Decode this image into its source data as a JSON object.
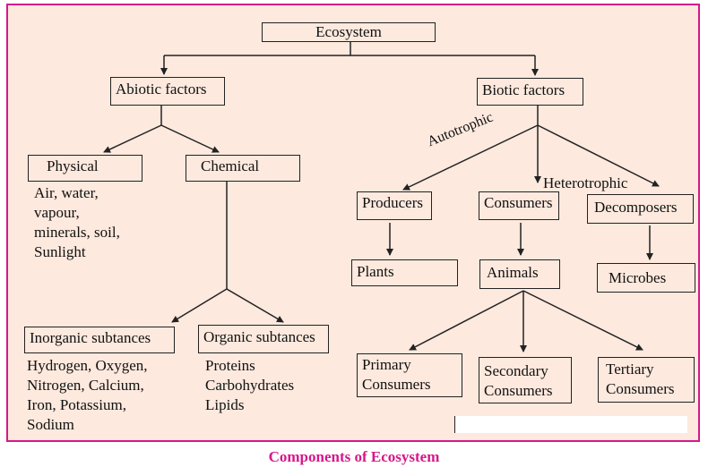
{
  "root": "Ecosystem",
  "abiotic": {
    "title": "Abiotic factors",
    "physical": {
      "title": "Physical",
      "examples": [
        "Air, water,",
        "vapour,",
        "minerals, soil,",
        "Sunlight"
      ]
    },
    "chemical": {
      "title": "Chemical",
      "inorganic": {
        "title": "Inorganic subtances",
        "examples": [
          "Hydrogen, Oxygen,",
          "Nitrogen, Calcium,",
          "Iron, Potassium,",
          "Sodium"
        ]
      },
      "organic": {
        "title": "Organic subtances",
        "examples": [
          "Proteins",
          "Carbohydrates",
          "Lipids"
        ]
      }
    }
  },
  "biotic": {
    "title": "Biotic factors",
    "edge_labels": {
      "autotrophic": "Autotrophic",
      "heterotrophic": "Heterotrophic"
    },
    "producers": {
      "title": "Producers",
      "child": "Plants"
    },
    "consumers": {
      "title": "Consumers",
      "child": "Animals",
      "levels": [
        [
          "Primary",
          "Consumers"
        ],
        [
          "Secondary",
          "Consumers"
        ],
        [
          "Tertiary",
          "Consumers"
        ]
      ]
    },
    "decomposers": {
      "title": "Decomposers",
      "child": "Microbes"
    }
  },
  "caption": "Components of Ecosystem",
  "colors": {
    "border": "#d6188a",
    "background": "#fde9de",
    "caption": "#d6188a",
    "lines": "#222222"
  }
}
